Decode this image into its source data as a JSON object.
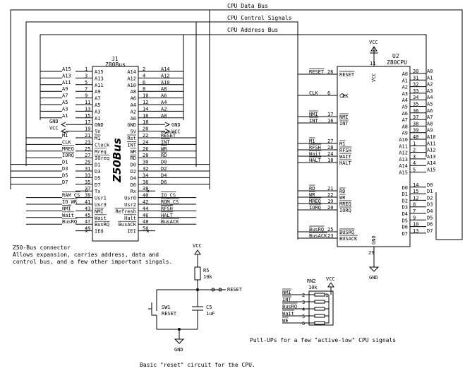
{
  "bus_labels": {
    "data": "CPU Data Bus",
    "control": "CPU Control Signals",
    "address": "CPU Address Bus"
  },
  "j1": {
    "ref": "J1",
    "value": "Z80Bus",
    "title": "Z50Bus",
    "left": [
      {
        "net": "A15",
        "num": "1",
        "name": "A15"
      },
      {
        "net": "A13",
        "num": "3",
        "name": "A13"
      },
      {
        "net": "A11",
        "num": "5",
        "name": "A11"
      },
      {
        "net": "A9",
        "num": "7",
        "name": "A9"
      },
      {
        "net": "A7",
        "num": "9",
        "name": "A7"
      },
      {
        "net": "A5",
        "num": "11",
        "name": "A5"
      },
      {
        "net": "A3",
        "num": "13",
        "name": "A3"
      },
      {
        "net": "A1",
        "num": "15",
        "name": "A1"
      },
      {
        "net": "GND",
        "num": "17",
        "name": "GND"
      },
      {
        "net": "VCC",
        "num": "19",
        "name": "5V"
      },
      {
        "net": "M1",
        "num": "21",
        "name": "M1"
      },
      {
        "net": "CLK",
        "num": "23",
        "name": "Clock"
      },
      {
        "net": "MREQ",
        "num": "25",
        "name": "Mreq"
      },
      {
        "net": "IORQ",
        "num": "27",
        "name": "IOreq"
      },
      {
        "net": "D1",
        "num": "29",
        "name": "D1"
      },
      {
        "net": "D3",
        "num": "31",
        "name": "D3"
      },
      {
        "net": "D5",
        "num": "33",
        "name": "D5"
      },
      {
        "net": "D7",
        "num": "35",
        "name": "D7"
      },
      {
        "net": "",
        "num": "37",
        "name": "Tx"
      },
      {
        "net": "RAM_CS",
        "num": "39",
        "name": "Usr1"
      },
      {
        "net": "IO_WR",
        "num": "41",
        "name": "Usr3"
      },
      {
        "net": "NMI",
        "num": "43",
        "name": "NMI"
      },
      {
        "net": "Wait",
        "num": "45",
        "name": "Wait"
      },
      {
        "net": "BusRQ",
        "num": "47",
        "name": "BusRQ"
      },
      {
        "net": "",
        "num": "49",
        "name": "IEO"
      }
    ],
    "right": [
      {
        "net": "A14",
        "num": "2",
        "name": "A14"
      },
      {
        "net": "A12",
        "num": "4",
        "name": "A12"
      },
      {
        "net": "A10",
        "num": "6",
        "name": "A10"
      },
      {
        "net": "A8",
        "num": "8",
        "name": "A8"
      },
      {
        "net": "A6",
        "num": "10",
        "name": "A6"
      },
      {
        "net": "A4",
        "num": "12",
        "name": "A4"
      },
      {
        "net": "A2",
        "num": "14",
        "name": "A2"
      },
      {
        "net": "A0",
        "num": "16",
        "name": "A0"
      },
      {
        "net": "GND",
        "num": "18",
        "name": "GND"
      },
      {
        "net": "VCC",
        "num": "20",
        "name": "5V"
      },
      {
        "net": "RESET",
        "num": "22",
        "name": "Rst"
      },
      {
        "net": "INT",
        "num": "24",
        "name": "INT"
      },
      {
        "net": "WR",
        "num": "26",
        "name": "WR"
      },
      {
        "net": "RD",
        "num": "28",
        "name": "RD"
      },
      {
        "net": "D0",
        "num": "30",
        "name": "D0"
      },
      {
        "net": "D2",
        "num": "32",
        "name": "D2"
      },
      {
        "net": "D4",
        "num": "34",
        "name": "D4"
      },
      {
        "net": "D6",
        "num": "36",
        "name": "D6"
      },
      {
        "net": "",
        "num": "38",
        "name": "Rx"
      },
      {
        "net": "IO_CS",
        "num": "40",
        "name": "Usr0"
      },
      {
        "net": "ROM_CS",
        "num": "42",
        "name": "Usr2"
      },
      {
        "net": "RFSH",
        "num": "44",
        "name": "Refresh"
      },
      {
        "net": "HALT",
        "num": "46",
        "name": "Halt"
      },
      {
        "net": "BusACK",
        "num": "48",
        "name": "BusACK"
      },
      {
        "net": "",
        "num": "50",
        "name": "IEI"
      }
    ],
    "gnd_label": "GND",
    "vcc_label": "VCC"
  },
  "u2": {
    "ref": "U2",
    "value": "Z80CPU",
    "vcc_pin": "11",
    "vcc_name": "VCC",
    "vcc_label": "VCC",
    "gnd_pin": "29",
    "gnd_name": "GND",
    "gnd_label": "GND",
    "left": [
      {
        "net": "RESET",
        "num": "26",
        "name": "RESET"
      },
      {
        "net": "CLK",
        "num": "6",
        "name": "CLK"
      },
      {
        "net": "NMI",
        "num": "17",
        "name": "NMI"
      },
      {
        "net": "INT",
        "num": "16",
        "name": "INT"
      },
      {
        "net": "M1",
        "num": "27",
        "name": "M1"
      },
      {
        "net": "RFSH",
        "num": "28",
        "name": "RFSH"
      },
      {
        "net": "Wait",
        "num": "24",
        "name": "WAIT"
      },
      {
        "net": "HALT",
        "num": "18",
        "name": "HALT"
      },
      {
        "net": "RD",
        "num": "21",
        "name": "RD"
      },
      {
        "net": "WR",
        "num": "22",
        "name": "WR"
      },
      {
        "net": "MREQ",
        "num": "19",
        "name": "MREQ"
      },
      {
        "net": "IORQ",
        "num": "20",
        "name": "IORQ"
      },
      {
        "net": "BusRQ",
        "num": "25",
        "name": "BUSRQ"
      },
      {
        "net": "BusACK",
        "num": "23",
        "name": "BUSACK"
      }
    ],
    "right": [
      {
        "net": "A0",
        "num": "30",
        "name": "A0"
      },
      {
        "net": "A1",
        "num": "31",
        "name": "A1"
      },
      {
        "net": "A2",
        "num": "32",
        "name": "A2"
      },
      {
        "net": "A3",
        "num": "33",
        "name": "A3"
      },
      {
        "net": "A4",
        "num": "34",
        "name": "A4"
      },
      {
        "net": "A5",
        "num": "35",
        "name": "A5"
      },
      {
        "net": "A6",
        "num": "36",
        "name": "A6"
      },
      {
        "net": "A7",
        "num": "37",
        "name": "A7"
      },
      {
        "net": "A8",
        "num": "38",
        "name": "A8"
      },
      {
        "net": "A9",
        "num": "39",
        "name": "A9"
      },
      {
        "net": "A10",
        "num": "40",
        "name": "A10"
      },
      {
        "net": "A11",
        "num": "1",
        "name": "A11"
      },
      {
        "net": "A12",
        "num": "2",
        "name": "A12"
      },
      {
        "net": "A13",
        "num": "3",
        "name": "A13"
      },
      {
        "net": "A14",
        "num": "4",
        "name": "A14"
      },
      {
        "net": "A15",
        "num": "5",
        "name": "A15"
      },
      {
        "net": "D0",
        "num": "14",
        "name": "D0"
      },
      {
        "net": "D1",
        "num": "15",
        "name": "D1"
      },
      {
        "net": "D2",
        "num": "12",
        "name": "D2"
      },
      {
        "net": "D3",
        "num": "8",
        "name": "D3"
      },
      {
        "net": "D4",
        "num": "7",
        "name": "D4"
      },
      {
        "net": "D5",
        "num": "9",
        "name": "D5"
      },
      {
        "net": "D6",
        "num": "10",
        "name": "D6"
      },
      {
        "net": "D7",
        "num": "13",
        "name": "D7"
      }
    ]
  },
  "reset_circuit": {
    "vcc_label": "VCC",
    "r_ref": "R5",
    "r_value": "10k",
    "c_ref": "C5",
    "c_value": "1uF",
    "sw_ref": "SW1",
    "sw_value": "RESET",
    "net_label": "RESET",
    "gnd_label": "GND",
    "caption": "Basic \"reset\" circuit for the CPU."
  },
  "pullups": {
    "ref": "RN2",
    "value": "10k",
    "vcc_label": "VCC",
    "pins": [
      {
        "net": "NMI",
        "num": "2"
      },
      {
        "net": "INT",
        "num": "3"
      },
      {
        "net": "BusRQ",
        "num": "4"
      },
      {
        "net": "Wait",
        "num": "5"
      },
      {
        "net": "WE",
        "num": "6"
      }
    ],
    "common_pin": "1",
    "caption": "Pull-UPs for a few \"active-low\" CPU signals"
  },
  "description": {
    "title": "Z50-Bus connector",
    "line1": "Allows expansion, carries address, data and",
    "line2": "control bus, and a few other important singals."
  }
}
